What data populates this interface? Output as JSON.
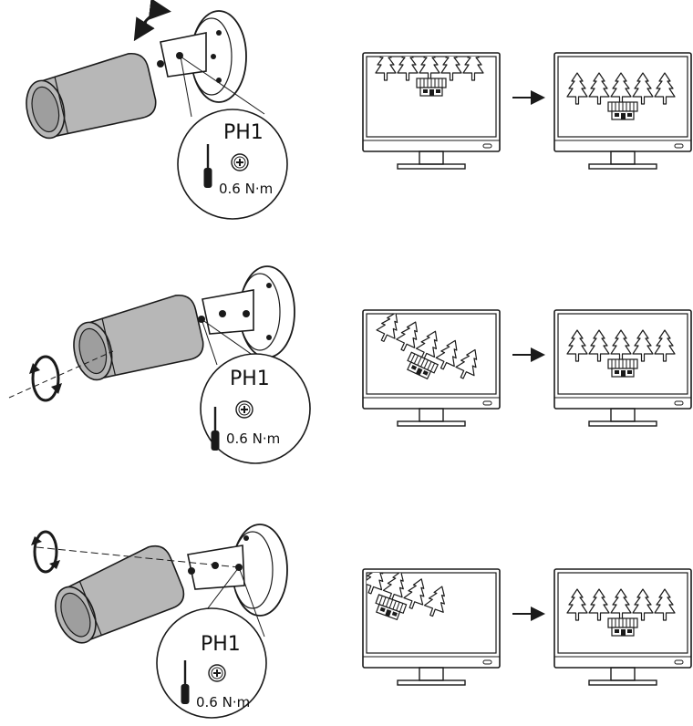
{
  "steps": [
    {
      "id": "pan",
      "screwdriver": {
        "bit": "PH1",
        "torque": "0.6 N·m",
        "icon": "phillips-screw-head-icon"
      },
      "adjustment_icon": "pan-rotation-arrow-icon",
      "monitor_before": {
        "view": "scene-shifted-up"
      },
      "monitor_after": {
        "view": "scene-centered"
      },
      "transition_icon": "right-arrow-icon"
    },
    {
      "id": "rotate",
      "screwdriver": {
        "bit": "PH1",
        "torque": "0.6 N·m",
        "icon": "phillips-screw-head-icon"
      },
      "adjustment_icon": "lens-rotation-arrow-icon",
      "monitor_before": {
        "view": "scene-rotated"
      },
      "monitor_after": {
        "view": "scene-centered"
      },
      "transition_icon": "right-arrow-icon"
    },
    {
      "id": "tilt",
      "screwdriver": {
        "bit": "PH1",
        "torque": "0.6 N·m",
        "icon": "phillips-screw-head-icon"
      },
      "adjustment_icon": "tilt-rotation-arrow-icon",
      "monitor_before": {
        "view": "scene-top-left"
      },
      "monitor_after": {
        "view": "scene-centered"
      },
      "transition_icon": "right-arrow-icon"
    }
  ],
  "colors": {
    "camera_fill": "#b7b7b7",
    "line": "#1a1a1a",
    "background": "#ffffff"
  }
}
